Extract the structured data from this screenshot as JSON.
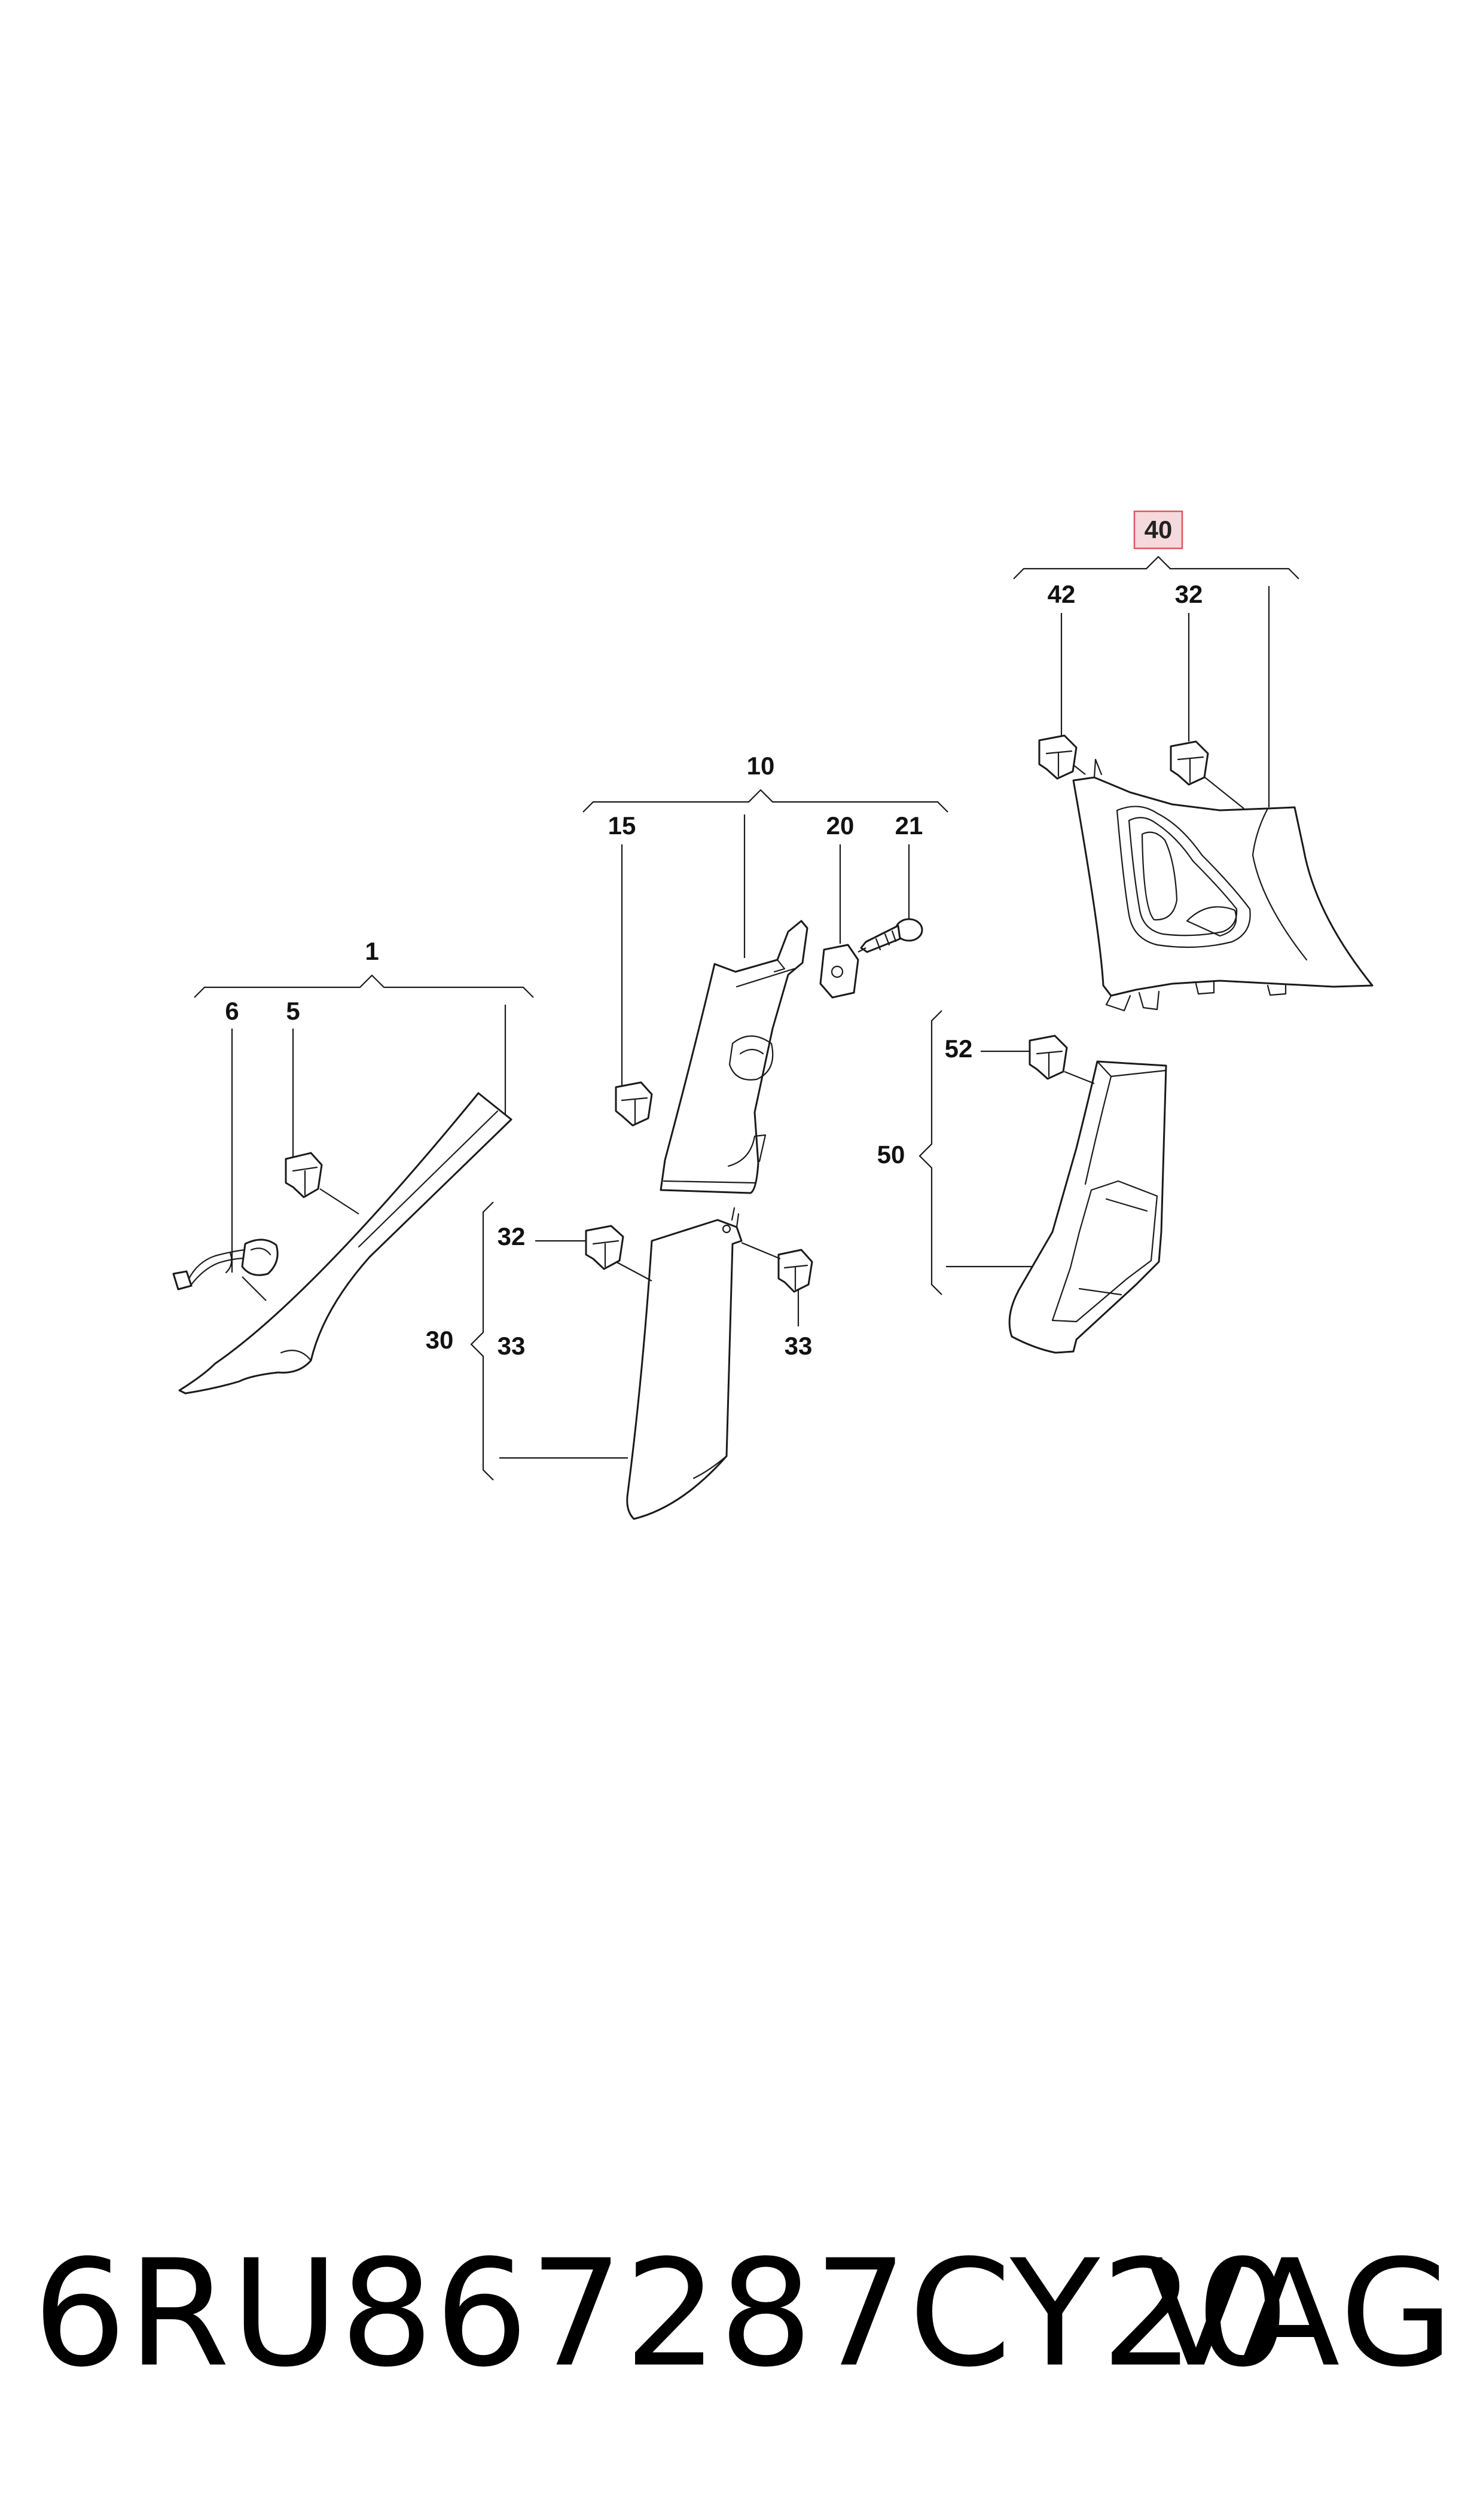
{
  "diagram": {
    "callouts": {
      "c1": "1",
      "c5": "5",
      "c6": "6",
      "c10": "10",
      "c15": "15",
      "c20": "20",
      "c21": "21",
      "c30": "30",
      "c32a": "32",
      "c33a": "33",
      "c33b": "33",
      "c40": "40",
      "c42": "42",
      "c32b": "32",
      "c50": "50",
      "c52": "52"
    },
    "highlighted_callout": "40",
    "highlight_color": "#f6d9dc",
    "highlight_border": "#d9585f"
  },
  "footer": {
    "part_number": "6RU867287CY20",
    "brand": "VAG"
  }
}
